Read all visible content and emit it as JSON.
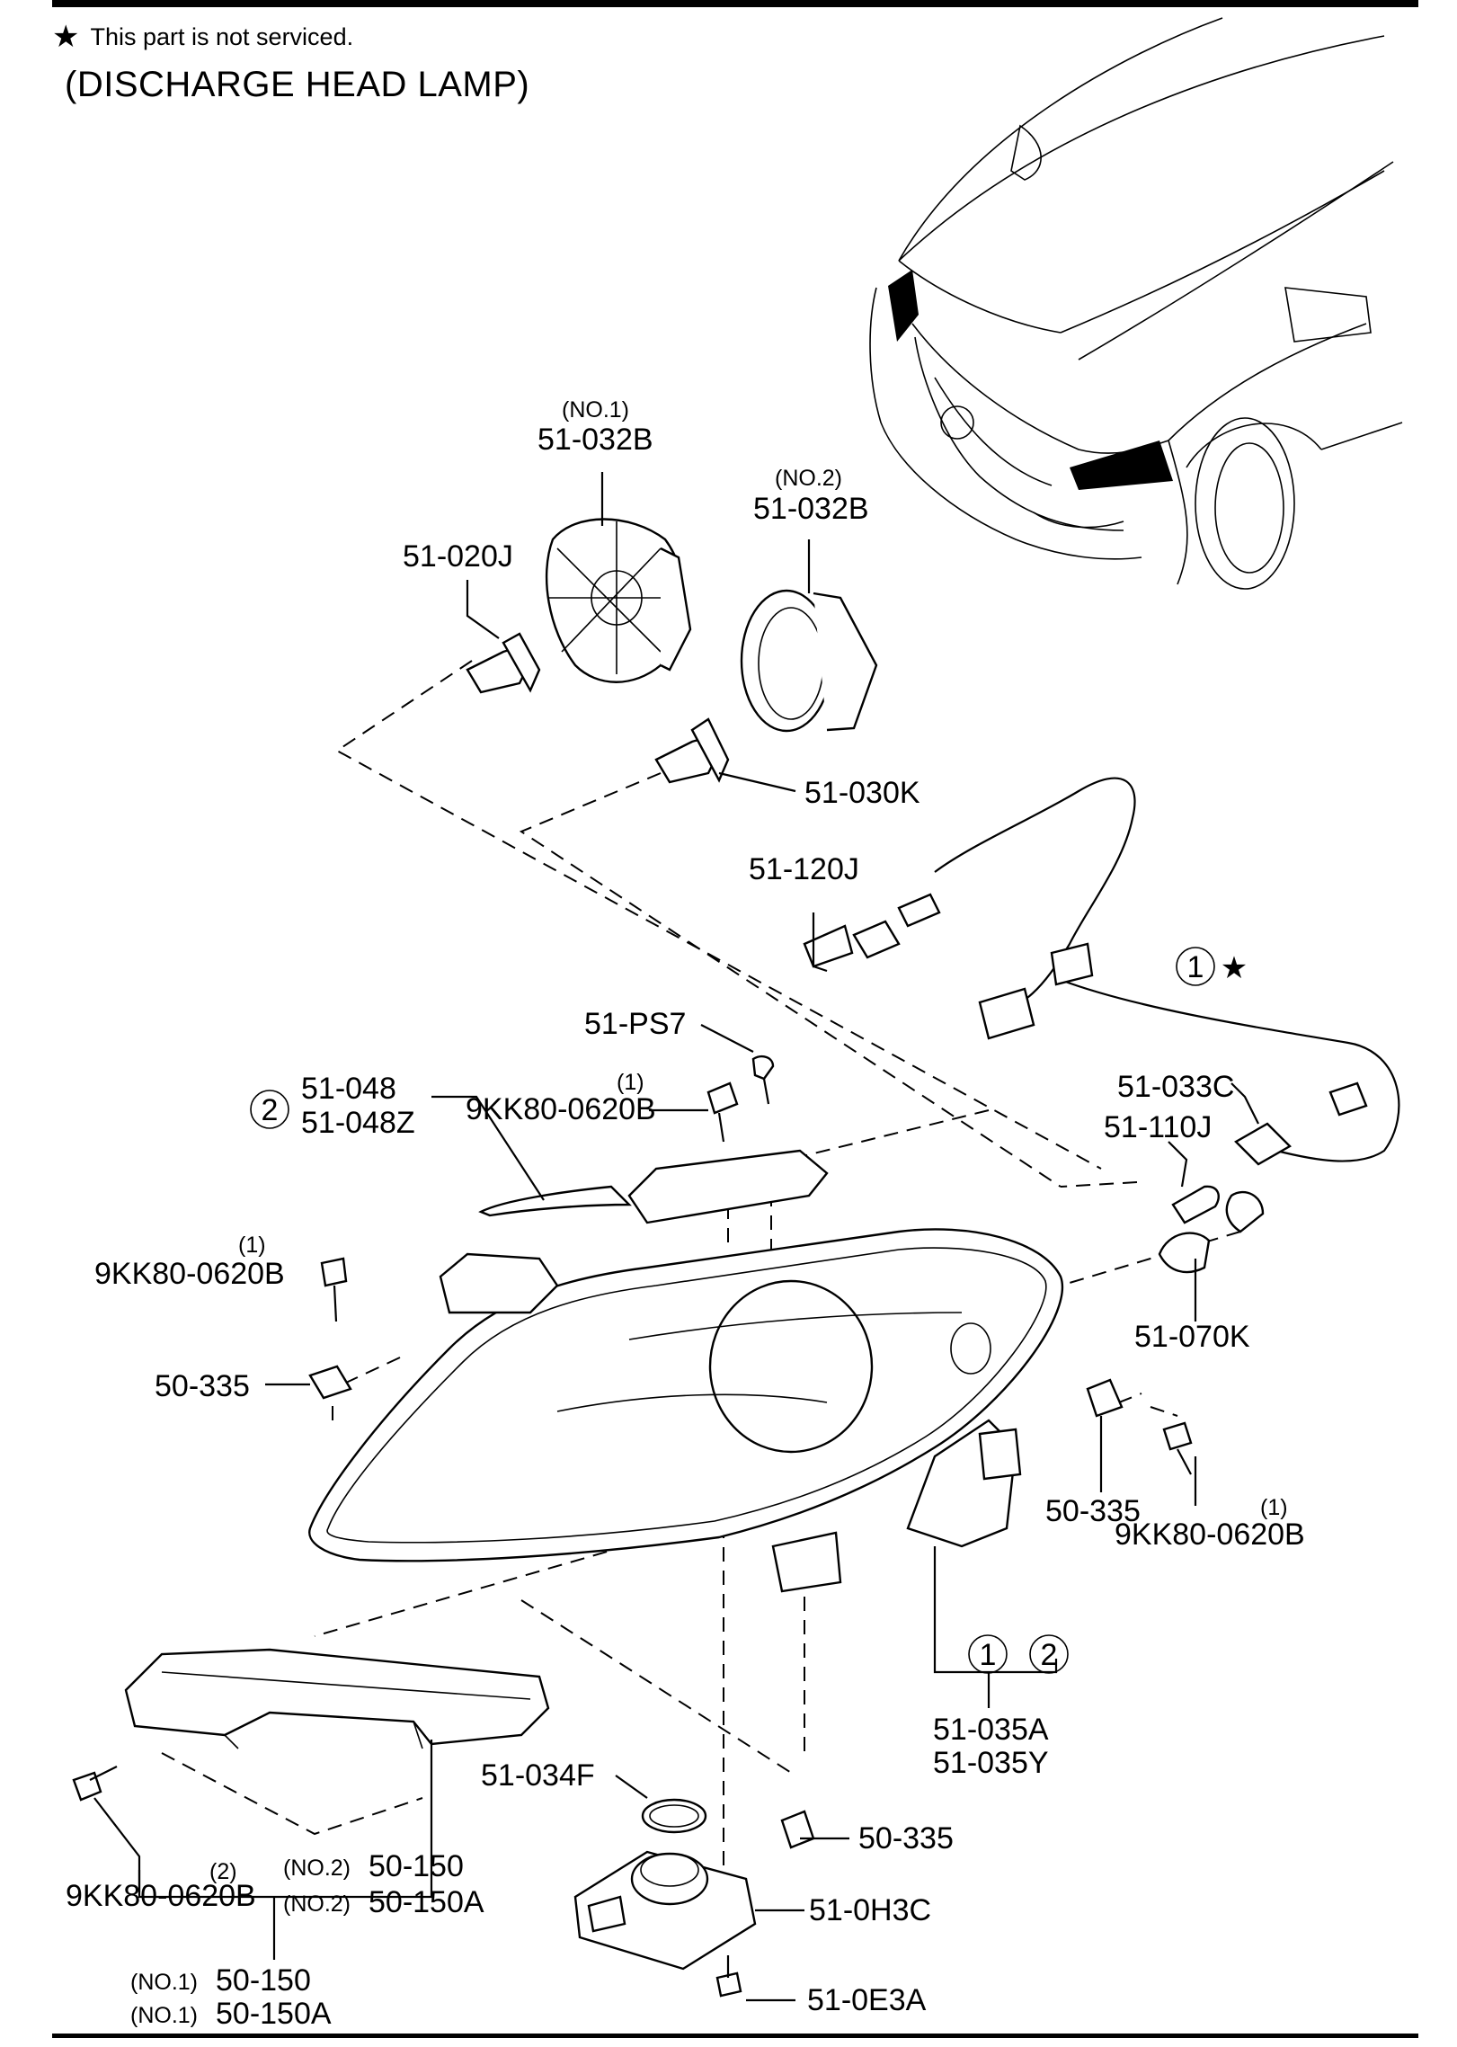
{
  "header": {
    "note_star": "★",
    "note_text": "This part is not serviced.",
    "title": "(DISCHARGE HEAD LAMP)"
  },
  "callouts": [
    {
      "id": "c1",
      "qualifier": "(NO.1)",
      "code": "51-032B"
    },
    {
      "id": "c2",
      "qualifier": "(NO.2)",
      "code": "51-032B"
    },
    {
      "id": "c3",
      "qualifier": "",
      "code": "51-020J"
    },
    {
      "id": "c4",
      "qualifier": "",
      "code": "51-030K"
    },
    {
      "id": "c5",
      "qualifier": "",
      "code": "51-120J"
    },
    {
      "id": "c6",
      "qualifier": "",
      "code": "51-PS7"
    },
    {
      "id": "c7",
      "qualifier": "(1)",
      "code": "9KK80-0620B"
    },
    {
      "id": "c8",
      "qualifier": "",
      "code": "51-048"
    },
    {
      "id": "c9",
      "qualifier": "",
      "code": "51-048Z"
    },
    {
      "id": "c10",
      "qualifier": "(1)",
      "code": "9KK80-0620B"
    },
    {
      "id": "c11",
      "qualifier": "",
      "code": "50-335"
    },
    {
      "id": "c12",
      "qualifier": "",
      "code": "51-033C"
    },
    {
      "id": "c13",
      "qualifier": "",
      "code": "51-110J"
    },
    {
      "id": "c14",
      "qualifier": "",
      "code": "51-070K"
    },
    {
      "id": "c15",
      "qualifier": "",
      "code": "50-335"
    },
    {
      "id": "c16",
      "qualifier": "(1)",
      "code": "9KK80-0620B"
    },
    {
      "id": "c17",
      "qualifier": "",
      "code": "51-035A"
    },
    {
      "id": "c18",
      "qualifier": "",
      "code": "51-035Y"
    },
    {
      "id": "c19",
      "qualifier": "",
      "code": "51-034F"
    },
    {
      "id": "c20",
      "qualifier": "",
      "code": "50-335"
    },
    {
      "id": "c21",
      "qualifier": "",
      "code": "51-0H3C"
    },
    {
      "id": "c22",
      "qualifier": "",
      "code": "51-0E3A"
    },
    {
      "id": "c23",
      "qualifier": "(2)",
      "code": "9KK80-0620B"
    },
    {
      "id": "c24",
      "qualifier": "(NO.2)",
      "code": "50-150"
    },
    {
      "id": "c25",
      "qualifier": "(NO.2)",
      "code": "50-150A"
    },
    {
      "id": "c26",
      "qualifier": "(NO.1)",
      "code": "50-150"
    },
    {
      "id": "c27",
      "qualifier": "(NO.1)",
      "code": "50-150A"
    }
  ],
  "circled_refs": {
    "one": "1",
    "two": "2",
    "star": "★"
  }
}
